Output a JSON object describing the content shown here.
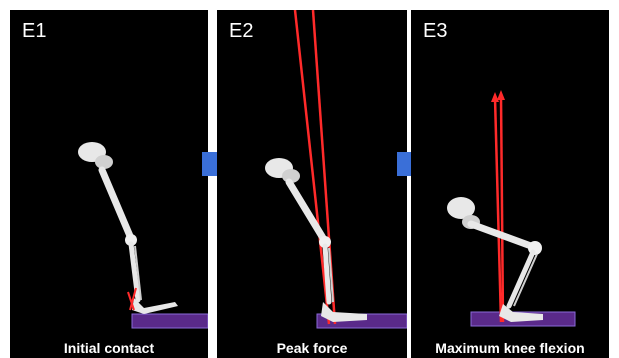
{
  "panels": [
    {
      "label": "E1",
      "caption": "Initial contact"
    },
    {
      "label": "E2",
      "caption": "Peak force"
    },
    {
      "label": "E3",
      "caption": "Maximum knee flexion"
    }
  ],
  "colors": {
    "background": "#000000",
    "bone": "#e8e8e8",
    "force_vector": "#ff2a2a",
    "force_plate": "#5a2a8a",
    "arrow": "#3a6fd8"
  },
  "icons": {
    "transition_arrow": "blue-right-chevron-arrow"
  }
}
